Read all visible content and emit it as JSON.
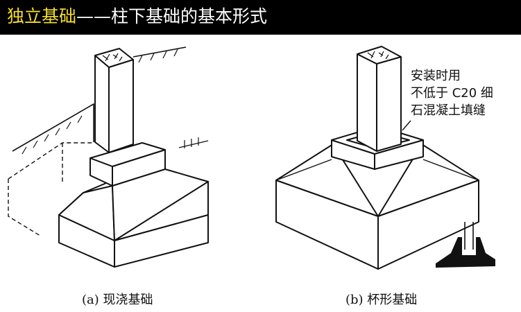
{
  "title": {
    "highlight": "独立基础",
    "rest": "——柱下基础的基本形式"
  },
  "annotation": {
    "lines": [
      "安装时用",
      "不低于 C20 细",
      "石混凝土填缝"
    ]
  },
  "captions": {
    "a": "(a) 现浇基础",
    "b": "(b) 杯形基础"
  },
  "colors": {
    "title_bg": "#000000",
    "title_highlight": "#f5dd2a",
    "title_text": "#ffffff"
  }
}
